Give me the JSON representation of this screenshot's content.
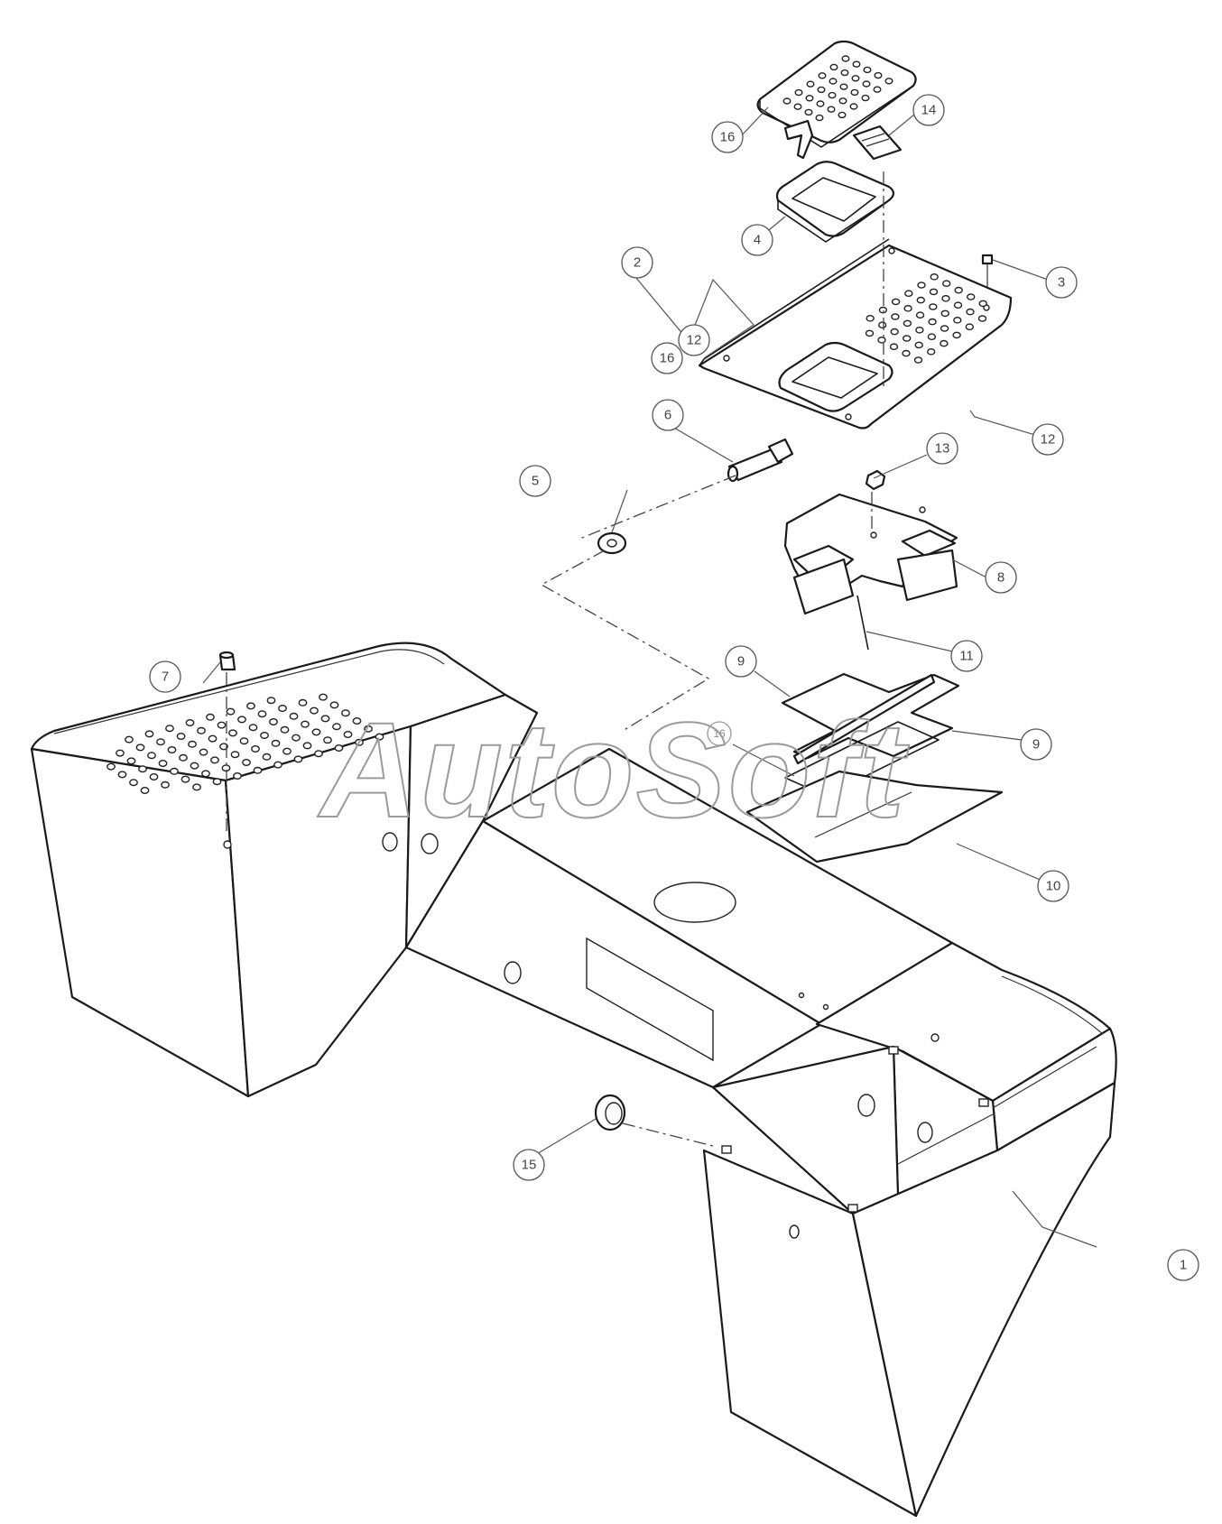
{
  "watermark": "AutoSoft",
  "callouts": [
    {
      "id": "c1",
      "label": "1"
    },
    {
      "id": "c2",
      "label": "2"
    },
    {
      "id": "c3",
      "label": "3"
    },
    {
      "id": "c4",
      "label": "4"
    },
    {
      "id": "c5",
      "label": "5"
    },
    {
      "id": "c6",
      "label": "6"
    },
    {
      "id": "c7",
      "label": "7"
    },
    {
      "id": "c8",
      "label": "8"
    },
    {
      "id": "c9a",
      "label": "9"
    },
    {
      "id": "c9b",
      "label": "9"
    },
    {
      "id": "c10",
      "label": "10"
    },
    {
      "id": "c11",
      "label": "11"
    },
    {
      "id": "c12a",
      "label": "12"
    },
    {
      "id": "c12b",
      "label": "12"
    },
    {
      "id": "c13",
      "label": "13"
    },
    {
      "id": "c14",
      "label": "14"
    },
    {
      "id": "c15",
      "label": "15"
    },
    {
      "id": "c16a",
      "label": "16"
    },
    {
      "id": "c16b",
      "label": "16"
    },
    {
      "id": "c16c",
      "label": "16"
    }
  ]
}
